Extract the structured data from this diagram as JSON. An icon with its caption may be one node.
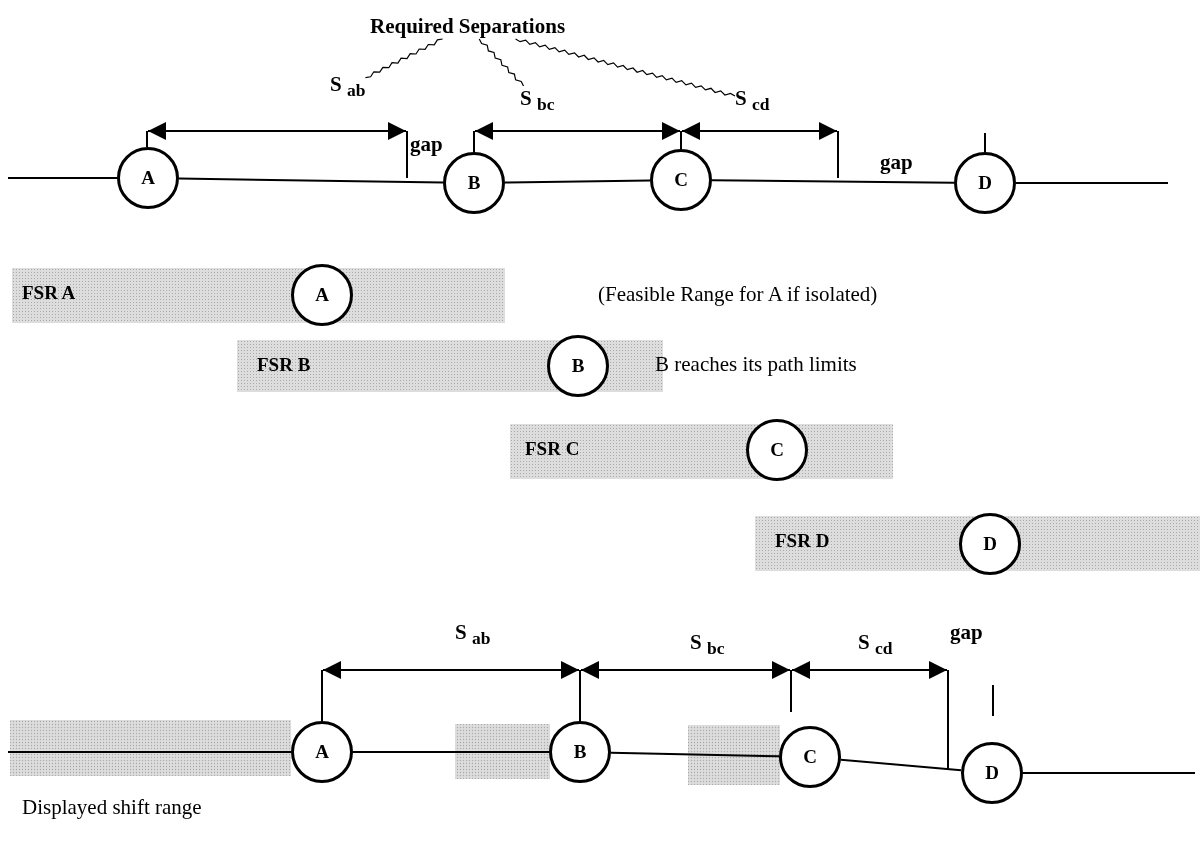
{
  "diagram": {
    "nodes": [
      {
        "text": [
          "Required Separations"
        ]
      },
      {
        "text": [
          "S $_{ab}$"
        ]
      },
      {
        "text": [
          "S $_{bc}$"
        ]
      },
      {
        "text": [
          "S $_{cd}$"
        ]
      },
      {
        "text": [
          "A"
        ]
      },
      {
        "text": [
          "B"
        ]
      },
      {
        "text": [
          "C"
        ]
      },
      {
        "text": [
          "D"
        ]
      },
      {
        "text": [
          "FSR A"
        ]
      },
      {
        "text": [
          "A"
        ],
        "in": 8
      },
      {
        "text": [
          "FSR B"
        ]
      },
      {
        "text": [
          "B"
        ],
        "in": 10
      },
      {
        "text": [
          "FSR C"
        ]
      },
      {
        "text": [
          "C"
        ],
        "in": 12
      },
      {
        "text": [
          "FSR D"
        ]
      },
      {
        "text": [
          "D"
        ],
        "in": 14
      },
      {
        "text": [
          "A"
        ]
      },
      {
        "text": [
          "B"
        ]
      },
      {
        "text": [
          "C"
        ]
      },
      {
        "text": [
          "D"
        ]
      }
    ],
    "edges": [
      {
        "from": 0,
        "to": 1,
        "arrow": "none"
      },
      {
        "from": 0,
        "to": 2,
        "arrow": "none"
      },
      {
        "from": 0,
        "to": 3,
        "arrow": "none"
      },
      {
        "from": null,
        "to": 4,
        "arrow": "none"
      },
      {
        "from": 4,
        "to": 5,
        "arrow": "none"
      },
      {
        "from": 5,
        "to": 6,
        "arrow": "none"
      },
      {
        "from": 6,
        "to": 7,
        "arrow": "none"
      },
      {
        "from": 7,
        "to": null,
        "arrow": "none"
      },
      {
        "from": null,
        "to": 16,
        "arrow": "none"
      },
      {
        "from": 16,
        "to": 17,
        "arrow": "none"
      },
      {
        "from": 17,
        "to": 18,
        "arrow": "none"
      },
      {
        "from": 18,
        "to": 19,
        "arrow": "none"
      },
      {
        "from": 19,
        "to": null,
        "arrow": "none"
      }
    ],
    "labels": [
      "gap",
      "gap",
      "(Feasible Range for A if isolated)",
      "B reaches its path limits",
      "S $_{ab}$",
      "S $_{bc}$",
      "S $_{cd}$",
      "gap",
      "Displayed shift range"
    ]
  }
}
